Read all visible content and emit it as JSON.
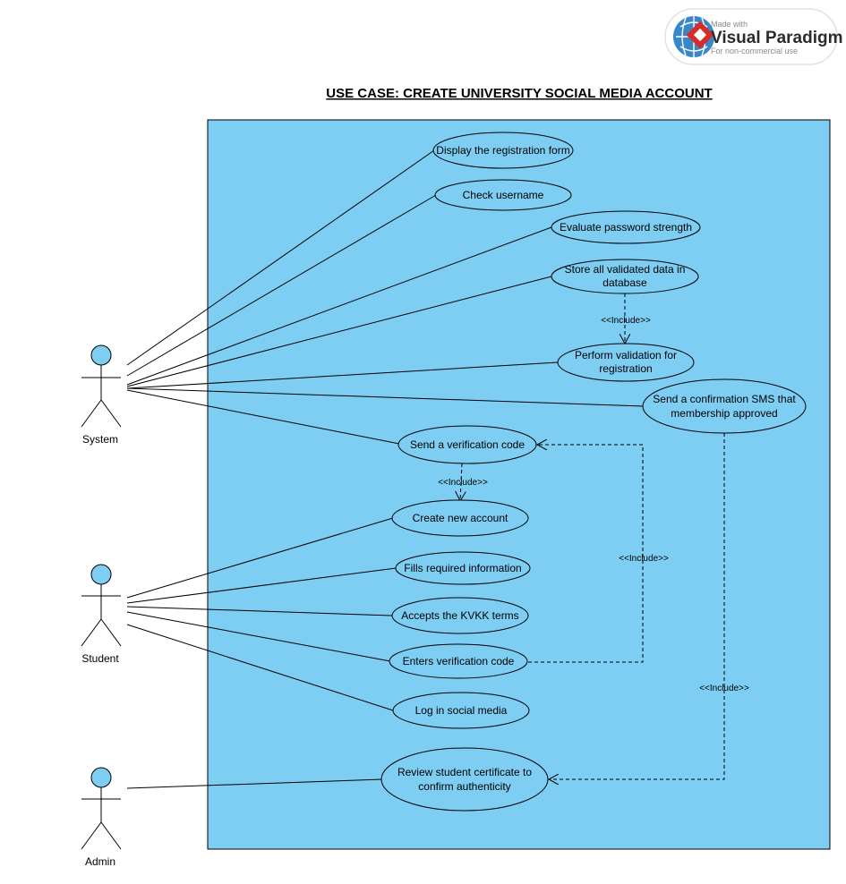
{
  "title": "USE CASE: CREATE UNIVERSITY SOCIAL MEDIA ACCOUNT",
  "watermark": {
    "line1": "Made with",
    "line2": "Visual Paradigm",
    "line3": "For non-commercial use"
  },
  "colors": {
    "system_boundary_fill": "#7ecdf3",
    "actor_fill": "#7ecdf3",
    "use_case_fill": "#7ecdf3",
    "line": "#000000"
  },
  "actors": {
    "system": "System",
    "student": "Student",
    "admin": "Admin"
  },
  "use_cases": {
    "display_form": [
      "Display the registration form"
    ],
    "check_username": [
      "Check username"
    ],
    "evaluate_password": [
      "Evaluate password strength"
    ],
    "store_data": [
      "Store all validated data in",
      "database"
    ],
    "perform_validation": [
      "Perform validation for",
      "registration"
    ],
    "send_sms": [
      "Send a confirmation SMS that",
      "membership approved"
    ],
    "send_code": [
      "Send a verification code"
    ],
    "create_account": [
      "Create new account"
    ],
    "fills_info": [
      "Fills required information"
    ],
    "accepts_kvkk": [
      "Accepts the KVKK terms"
    ],
    "enters_code": [
      "Enters verification code"
    ],
    "login": [
      "Log in social media"
    ],
    "review_certificate": [
      "Review student certificate to",
      "confirm authenticity"
    ]
  },
  "relationships": {
    "include_label": "<<Include>>"
  }
}
